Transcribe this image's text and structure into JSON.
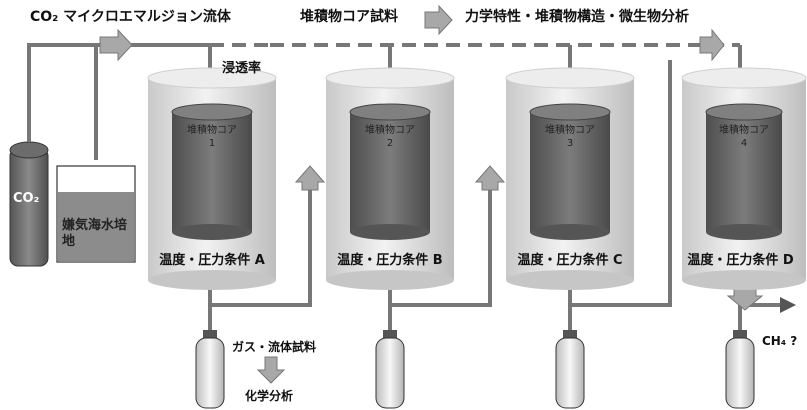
{
  "flow_label": "CO₂ マイクロエマルジョン流体",
  "sample_label": "堆積物コア試料",
  "analysis_label": "力学特性・堆積物構造・微生物分析",
  "permeability_label": "浸透率",
  "co2_tank_label": "CO₂",
  "medium_label": "嫌気海水培地",
  "core_label": "堆積物コア",
  "cores": [
    {
      "label": "堆積物コア",
      "number": "1",
      "condition": "温度・圧力条件 A"
    },
    {
      "label": "堆積物コア",
      "number": "2",
      "condition": "温度・圧力条件 B"
    },
    {
      "label": "堆積物コア",
      "number": "3",
      "condition": "温度・圧力条件 C"
    },
    {
      "label": "堆積物コア",
      "number": "4",
      "condition": "温度・圧力条件 D"
    }
  ],
  "gas_fluid_label": "ガス・流体試料",
  "chem_label": "化学分析",
  "ch4_label": "CH₄ ?",
  "colors": {
    "vessel": "#e2e2e2",
    "core": "#6a6a6a",
    "pipe": "#777777",
    "arrow": "#a8a8a8"
  }
}
